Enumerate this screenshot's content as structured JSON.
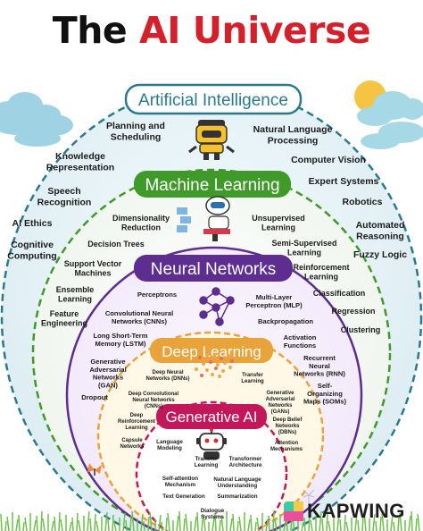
{
  "title": {
    "part1": "The ",
    "part2": "AI Universe"
  },
  "colors": {
    "title_accent": "#d3202a",
    "ring_ai": "#2b7a8c",
    "ring_ml": "#3f9a2a",
    "ring_nn": "#5d2d8f",
    "ring_dl": "#e8a33a",
    "ring_genai": "#c2185b"
  },
  "layers": [
    {
      "name": "Artificial Intelligence",
      "color": "#2b7a8c",
      "icon": "robot-icon"
    },
    {
      "name": "Machine Learning",
      "color": "#3f9a2a",
      "icon": "robot-laptop-icon"
    },
    {
      "name": "Neural Networks",
      "color": "#5d2d8f",
      "icon": "neural-network-icon"
    },
    {
      "name": "Deep Learning",
      "color": "#e8a33a",
      "icon": "dot-cluster-icon"
    },
    {
      "name": "Generative AI",
      "color": "#c2185b",
      "icon": "bot-head-icon"
    }
  ],
  "ai_terms": [
    "Planning and\nScheduling",
    "Natural Language\nProcessing",
    "Knowledge\nRepresentation",
    "Computer Vision",
    "Speech\nRecognition",
    "Expert Systems",
    "AI Ethics",
    "Robotics",
    "Automated\nReasoning",
    "Cognitive\nComputing",
    "Fuzzy Logic"
  ],
  "ml_terms": [
    "Dimensionality\nReduction",
    "Unsupervised\nLearning",
    "Decision Trees",
    "Semi-Supervised\nLearning",
    "Support Vector\nMachines",
    "Reinforcement\nLearning",
    "Ensemble\nLearning",
    "Classification",
    "Feature\nEngineering",
    "Regression",
    "Clustering"
  ],
  "nn_terms": [
    "Perceptrons",
    "Multi-Layer\nPerceptron (MLP)",
    "Convolutional Neural\nNetworks (CNNs)",
    "Backpropagation",
    "Long Short-Term\nMemory (LSTM)",
    "Activation\nFunctions",
    "Generative\nAdversarial\nNetworks\n(GAN)",
    "Recurrent\nNeural\nNetworks (RNN)",
    "Self-\nOrganizing\nMaps (SOMs)",
    "Dropout"
  ],
  "dl_terms": [
    "Deep Neural\nNetworks (DNNs)",
    "Transfer\nLearning",
    "Deep Convolutional\nNeural Networks\n(CNNs)",
    "Generative\nAdversarial\nNetworks\n(GANs)",
    "Deep\nReinforcement\nLearning",
    "Deep Belief\nNetworks\n(DBNs)",
    "Capsule\nNetworks",
    "Attention\nMechanisms"
  ],
  "genai_terms": [
    "Language\nModeling",
    "Transfer\nLearning",
    "Transformer\nArchitecture",
    "Self-attention\nMechanism",
    "Natural Language\nUnderstanding",
    "Text Generation",
    "Summarization",
    "Dialogue\nSystems"
  ],
  "watermark": {
    "brand": "KAPWING"
  }
}
